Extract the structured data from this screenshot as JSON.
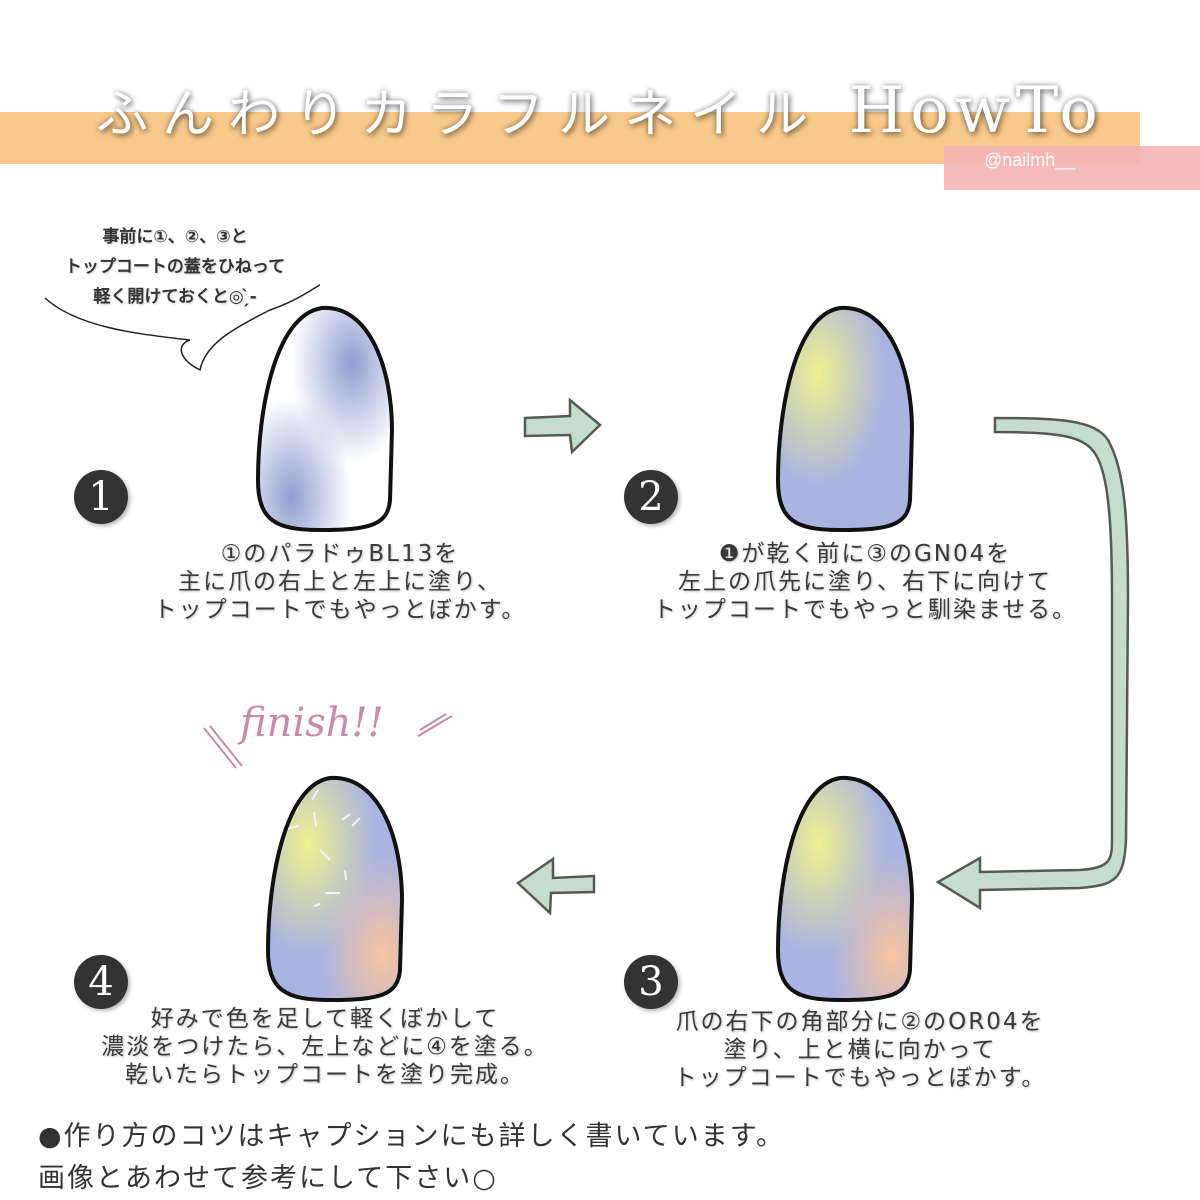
{
  "header": {
    "title_jp": "ふんわりカラフルネイル",
    "title_en": "HowTo",
    "handle": "@nailmh__",
    "band_color": "#f8c98a",
    "handle_band_color": "#f4b3b5"
  },
  "speech_bubble": {
    "lines": [
      "事前に①、②、③と",
      "トップコートの蓋をひねって",
      "軽く開けておくと◎ ̗̀-"
    ]
  },
  "steps": [
    {
      "number": "1",
      "caption_lines": [
        "①のパラドゥBL13を",
        "主に爪の右上と左上に塗り、",
        "トップコートでもやっとぼかす。"
      ],
      "colors": [
        "#8f9ed0",
        "#ffffff"
      ]
    },
    {
      "number": "2",
      "caption_lines": [
        "❶が乾く前に③のGN04を",
        "左上の爪先に塗り、右下に向けて",
        "トップコートでもやっと馴染ませる。"
      ],
      "colors": [
        "#8f9ed0",
        "#eef08f",
        "#ffffff"
      ]
    },
    {
      "number": "3",
      "caption_lines": [
        "爪の右下の角部分に②のOR04を",
        "塗り、上と横に向かって",
        "トップコートでもやっとぼかす。"
      ],
      "colors": [
        "#8f9ed0",
        "#eef08f",
        "#f8c4a0"
      ]
    },
    {
      "number": "4",
      "caption_lines": [
        "好みで色を足して軽くぼかして",
        "濃淡をつけたら、左上などに④を塗る。",
        "乾いたらトップコートを塗り完成。"
      ],
      "colors": [
        "#8f9ed0",
        "#eef08f",
        "#f8c4a0"
      ]
    }
  ],
  "finish_label": "finish!!",
  "finish_color": "#c98aa7",
  "arrow_color": "#c5ddcf",
  "arrow_outline": "#555a55",
  "footer_notes": [
    "●作り方のコツはキャプションにも詳しく書いています。",
    "画像とあわせて参考にして下さい○"
  ]
}
